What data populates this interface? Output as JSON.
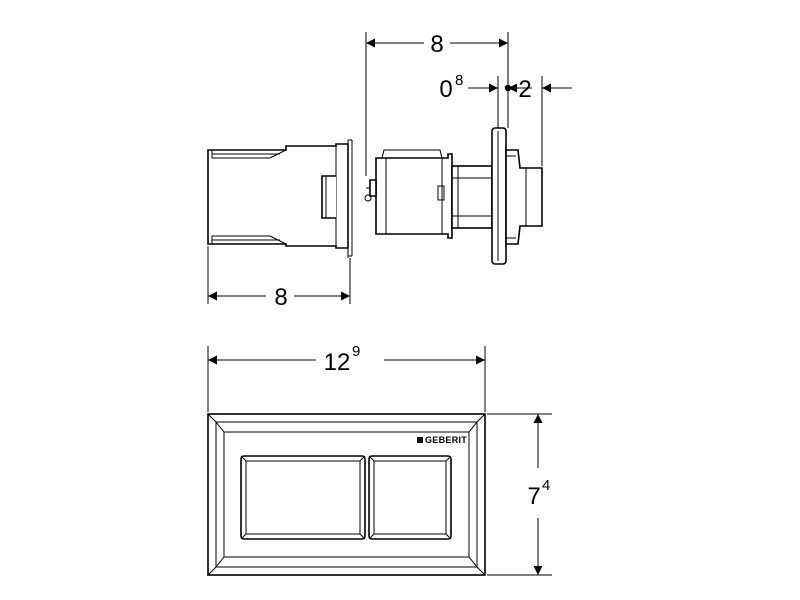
{
  "dimensions": {
    "top_width": {
      "main": "8",
      "sup": ""
    },
    "gap": {
      "main": "0",
      "sup": "8"
    },
    "button_protrusion": {
      "main": "2",
      "sup": ""
    },
    "sleeve_length": {
      "main": "8",
      "sup": ""
    },
    "plate_width": {
      "main": "12",
      "sup": "9"
    },
    "plate_height": {
      "main": "7",
      "sup": "4"
    }
  },
  "brand": {
    "logo_text": "GEBERIT"
  }
}
